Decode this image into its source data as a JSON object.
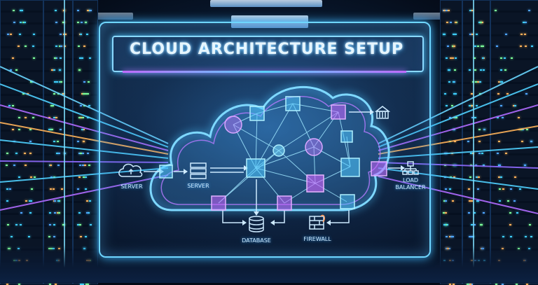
{
  "title": "CLOUD ARCHITECTURE SETUP",
  "labels": {
    "server_left": "SERVER",
    "server_center": "SERVER",
    "database": "DATABASE",
    "firewall": "FIREWALL",
    "load_balancer_line1": "LOAD",
    "load_balancer_line2": "BALANCER"
  },
  "icons": [
    "cloud-upload-icon",
    "server-icon",
    "database-icon",
    "firewall-icon",
    "load-balancer-icon",
    "bank-icon"
  ],
  "colors": {
    "holo_cyan": "#6fd6ff",
    "holo_purple": "#c06bff",
    "background": "#030a16"
  }
}
